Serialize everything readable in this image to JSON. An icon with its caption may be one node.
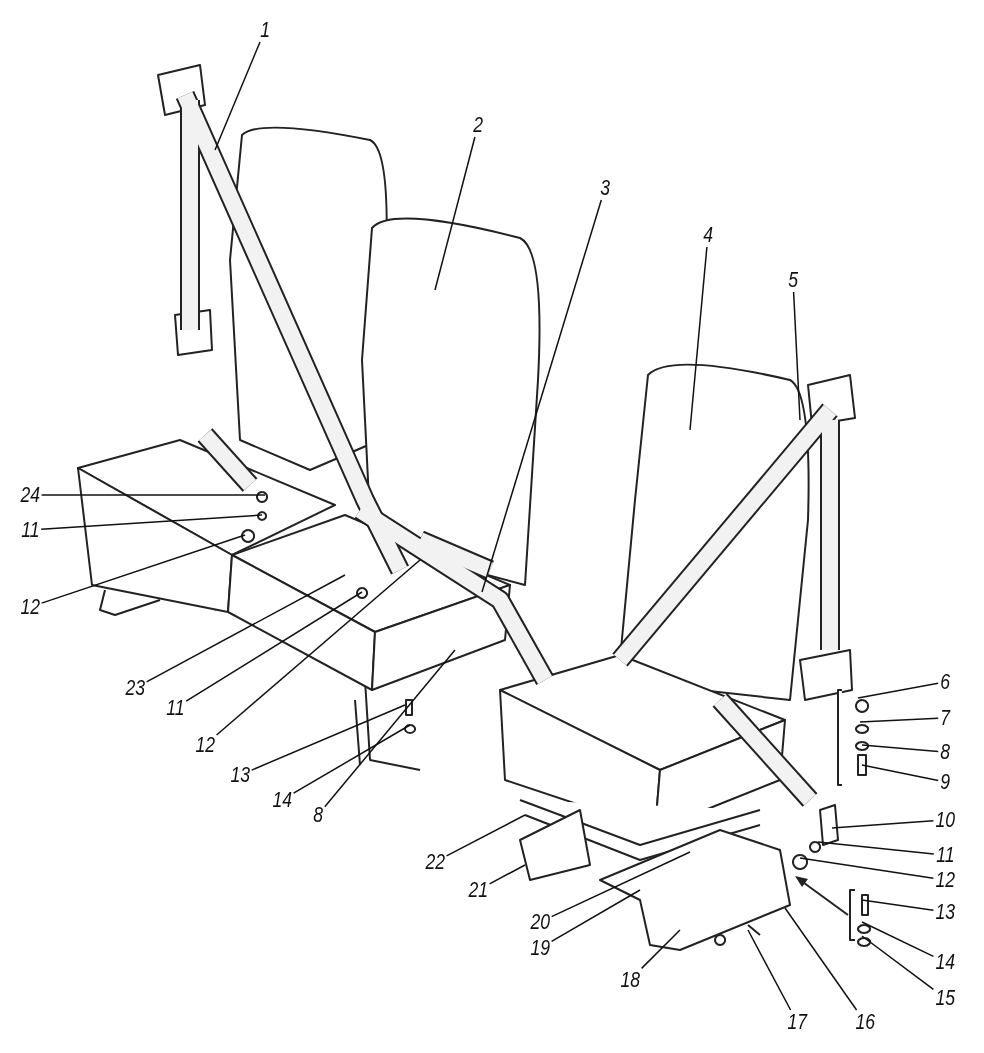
{
  "diagram": {
    "nodes": [
      {
        "text": [
          "1"
        ]
      },
      {
        "text": [
          "2"
        ]
      },
      {
        "text": [
          "3"
        ]
      },
      {
        "text": [
          "4"
        ]
      },
      {
        "text": [
          "5"
        ]
      },
      {
        "text": [
          "6"
        ]
      },
      {
        "text": [
          "7"
        ]
      },
      {
        "text": [
          "8"
        ]
      },
      {
        "text": [
          "9"
        ]
      },
      {
        "text": [
          "10"
        ]
      },
      {
        "text": [
          "11"
        ]
      },
      {
        "text": [
          "12"
        ]
      },
      {
        "text": [
          "13"
        ]
      },
      {
        "text": [
          "14"
        ]
      },
      {
        "text": [
          "15"
        ]
      },
      {
        "text": [
          "16"
        ]
      },
      {
        "text": [
          "17"
        ]
      },
      {
        "text": [
          "18"
        ]
      },
      {
        "text": [
          "19"
        ]
      },
      {
        "text": [
          "20"
        ]
      },
      {
        "text": [
          "21"
        ]
      },
      {
        "text": [
          "22"
        ]
      },
      {
        "text": [
          "23"
        ]
      },
      {
        "text": [
          "11"
        ]
      },
      {
        "text": [
          "12"
        ]
      },
      {
        "text": [
          "13"
        ]
      },
      {
        "text": [
          "14"
        ]
      },
      {
        "text": [
          "8"
        ]
      },
      {
        "text": [
          "24"
        ]
      },
      {
        "text": [
          "11"
        ]
      },
      {
        "text": [
          "12"
        ]
      }
    ],
    "edges": [
      {
        "from": 0,
        "to": null,
        "arrow": "none"
      },
      {
        "from": 1,
        "to": null,
        "arrow": "none"
      },
      {
        "from": 2,
        "to": null,
        "arrow": "none"
      },
      {
        "from": 3,
        "to": null,
        "arrow": "none"
      },
      {
        "from": 4,
        "to": null,
        "arrow": "none"
      },
      {
        "from": 5,
        "to": null,
        "arrow": "none"
      },
      {
        "from": 6,
        "to": null,
        "arrow": "none"
      },
      {
        "from": 7,
        "to": null,
        "arrow": "none"
      },
      {
        "from": 8,
        "to": null,
        "arrow": "none"
      },
      {
        "from": 9,
        "to": null,
        "arrow": "none"
      },
      {
        "from": 10,
        "to": null,
        "arrow": "none"
      },
      {
        "from": 11,
        "to": null,
        "arrow": "none"
      },
      {
        "from": 12,
        "to": null,
        "arrow": "none"
      },
      {
        "from": 13,
        "to": null,
        "arrow": "none"
      },
      {
        "from": 14,
        "to": null,
        "arrow": "none"
      },
      {
        "from": 15,
        "to": null,
        "arrow": "none"
      },
      {
        "from": 16,
        "to": null,
        "arrow": "none"
      },
      {
        "from": 17,
        "to": null,
        "arrow": "none"
      },
      {
        "from": 18,
        "to": null,
        "arrow": "none"
      },
      {
        "from": 19,
        "to": null,
        "arrow": "none"
      },
      {
        "from": 20,
        "to": null,
        "arrow": "none"
      },
      {
        "from": 21,
        "to": null,
        "arrow": "none"
      },
      {
        "from": 22,
        "to": null,
        "arrow": "none"
      },
      {
        "from": 23,
        "to": null,
        "arrow": "none"
      },
      {
        "from": 24,
        "to": null,
        "arrow": "none"
      },
      {
        "from": 25,
        "to": null,
        "arrow": "none"
      },
      {
        "from": 26,
        "to": null,
        "arrow": "none"
      },
      {
        "from": 27,
        "to": null,
        "arrow": "none"
      },
      {
        "from": 28,
        "to": null,
        "arrow": "none"
      },
      {
        "from": 29,
        "to": null,
        "arrow": "none"
      },
      {
        "from": 30,
        "to": null,
        "arrow": "none"
      }
    ]
  }
}
